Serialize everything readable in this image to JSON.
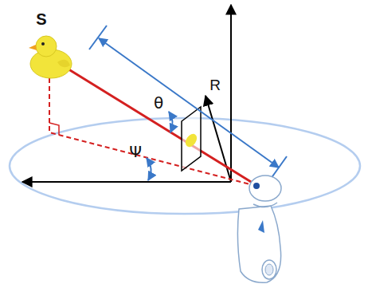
{
  "diagram": {
    "labels": [
      "S",
      "R",
      "θ",
      "Ψ"
    ]
  }
}
